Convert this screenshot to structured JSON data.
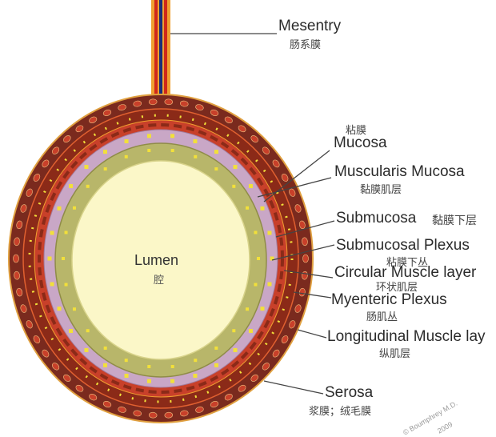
{
  "labels": {
    "mesentery": {
      "en": "Mesentry",
      "zh": "肠系膜"
    },
    "mucosa": {
      "en": "Mucosa",
      "zh": "粘膜"
    },
    "muscularis_mucosa": {
      "en": "Muscularis Mucosa",
      "zh": "黏膜肌层"
    },
    "submucosa": {
      "en": "Submucosa",
      "zh": "黏膜下层"
    },
    "submucosal_plexus": {
      "en": "Submucosal Plexus",
      "zh": "粘膜下丛"
    },
    "circular_muscle": {
      "en": "Circular Muscle layer",
      "zh": "环状肌层"
    },
    "myenteric_plexus": {
      "en": "Myenteric Plexus",
      "zh": "肠肌丛"
    },
    "longitudinal_muscle": {
      "en": "Longitudinal Muscle lay",
      "zh": "纵肌层"
    },
    "serosa": {
      "en": "Serosa",
      "zh": "浆膜；绒毛膜"
    },
    "lumen": {
      "en": "Lumen",
      "zh": "腔"
    }
  },
  "credit": {
    "line1": "© Boumphrey M.D.",
    "line2": "2009"
  },
  "colors": {
    "serosa": "#7a2a1e",
    "longitudinal": "#8b2a18",
    "circular": "#c8402a",
    "mucosa": "#c9a7c6",
    "muscularis_mucosa": "#b8b66a",
    "lumen": "#fbf7c8",
    "node_yellow": "#f2e03a",
    "vessel_blue": "#1a2e7a",
    "vessel_red": "#d0281a",
    "vessel_orange": "#f0a030",
    "leader": "#444444"
  }
}
